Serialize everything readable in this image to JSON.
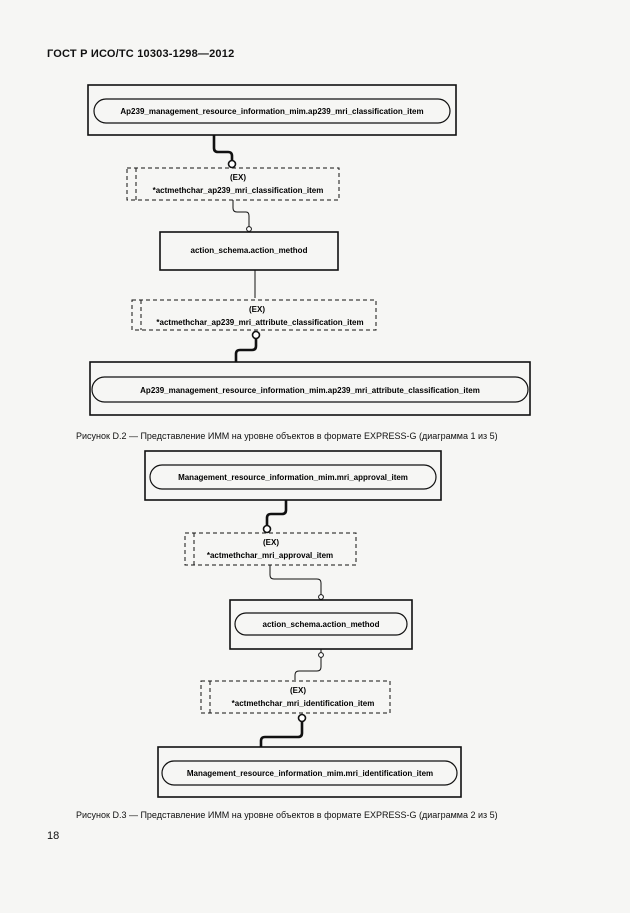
{
  "header": {
    "title": "ГОСТ Р ИСО/ТС 10303-1298—2012"
  },
  "diagram1": {
    "top_entity": "Ap239_management_resource_information_mim.ap239_mri_classification_item",
    "ext1_tag": "(EX)",
    "ext1_name": "*actmethchar_ap239_mri_classification_item",
    "mid_entity": "action_schema.action_method",
    "ext2_tag": "(EX)",
    "ext2_name": "*actmethchar_ap239_mri_attribute_classification_item",
    "bottom_entity": "Ap239_management_resource_information_mim.ap239_mri_attribute_classification_item",
    "caption": "Рисунок  D.2 — Представление ИММ на уровне объектов в формате EXPRESS-G (диаграмма 1 из 5)"
  },
  "diagram2": {
    "top_entity": "Management_resource_information_mim.mri_approval_item",
    "ext1_tag": "(EX)",
    "ext1_name": "*actmethchar_mri_approval_item",
    "mid_entity": "action_schema.action_method",
    "ext2_tag": "(EX)",
    "ext2_name": "*actmethchar_mri_identification_item",
    "bottom_entity": "Management_resource_information_mim.mri_identification_item",
    "caption": "Рисунок  D.3 — Представление ИММ на уровне объектов в формате EXPRESS-G (диаграмма 2 из 5)"
  },
  "footer": {
    "page_number": "18"
  }
}
